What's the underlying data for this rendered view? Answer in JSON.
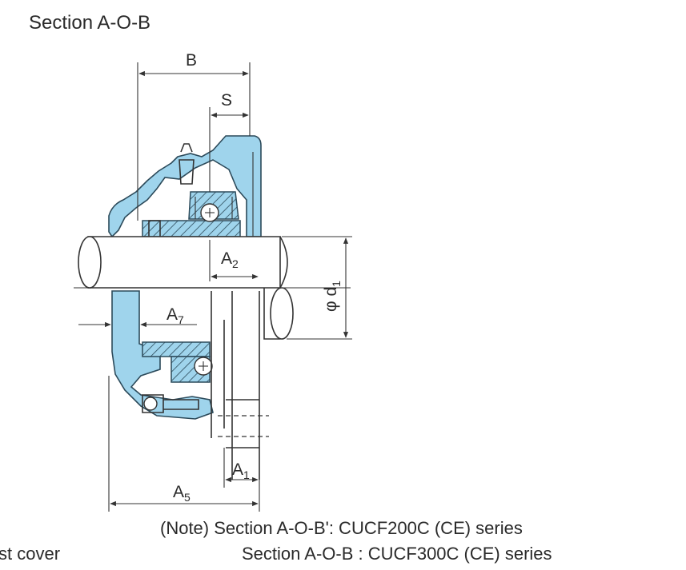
{
  "title": "Section A-O-B",
  "dimensions": {
    "B": "B",
    "S": "S",
    "A2": "A",
    "A2_sub": "2",
    "A7": "A",
    "A7_sub": "7",
    "A1": "A",
    "A1_sub": "1",
    "A5": "A",
    "A5_sub": "5",
    "d1": "φ d",
    "d1_sub": "1"
  },
  "notes": {
    "line1": "(Note) Section A-O-B': CUCF200C (CE) series",
    "line2": "Section A-O-B : CUCF300C (CE) series",
    "cut_text": "st cover"
  },
  "colors": {
    "housing": "#9fd4ec",
    "outline": "#2c4a5a"
  }
}
